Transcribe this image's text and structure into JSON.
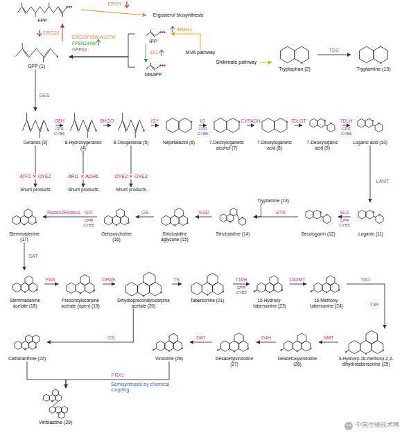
{
  "diagram": {
    "nodes": [
      {
        "text": [
          "FPP"
        ]
      },
      {
        "text": [
          "Ergosterol biosynthesis"
        ]
      },
      {
        "text": [
          "GPP (1)"
        ]
      },
      {
        "text": [
          "IPP"
        ]
      },
      {
        "text": [
          "DMAPP"
        ]
      },
      {
        "text": [
          "MVA pathway"
        ]
      },
      {
        "text": [
          "Shikimate pathway"
        ]
      },
      {
        "text": [
          "Tryptophan (2)"
        ]
      },
      {
        "text": [
          "Tryptamine (13)"
        ]
      },
      {
        "text": []
      },
      {
        "text": [
          "Geraniol (3)"
        ],
        "in": 9
      },
      {
        "text": [
          "8-Hydroxygeraniol (4)"
        ],
        "in": 9
      },
      {
        "text": [
          "8-Oxogeranial (5)"
        ],
        "in": 9
      },
      {
        "text": [
          "Nepetalactol (6)"
        ],
        "in": 9
      },
      {
        "text": [
          "7-Deoxyloganetic alcohol (7)"
        ],
        "in": 9
      },
      {
        "text": [
          "7-Deoxyloganetic acid (8)"
        ],
        "in": 9
      },
      {
        "text": [
          "7-Deoxyloganic acid (9)"
        ],
        "in": 9
      },
      {
        "text": [
          "Loganic acid (10)"
        ],
        "in": 9
      },
      {
        "text": [
          "Shunt products"
        ]
      },
      {
        "text": [
          "Shunt products"
        ]
      },
      {
        "text": [
          "Shunt products"
        ]
      },
      {
        "text": [
          "Loganin (11)"
        ]
      },
      {
        "text": []
      },
      {
        "text": [
          "Tryptamine (13)"
        ],
        "in": 22
      },
      {
        "text": [
          "Secologanin (12)"
        ]
      },
      {
        "text": [
          "Strictosidine (14)"
        ],
        "in": 22
      },
      {
        "text": []
      },
      {
        "text": [
          "Strictosidine aglycone (15)"
        ],
        "in": 26
      },
      {
        "text": [
          "Geissoschizine (16)"
        ],
        "in": 26
      },
      {
        "text": [
          "Stemmadenine (17)"
        ],
        "in": 26
      },
      {
        "text": [
          "Stemmadenine acetate (18)"
        ],
        "in": 26
      },
      {
        "text": [
          "Precondylocarpine acetate (open) (19)"
        ],
        "in": 26
      },
      {
        "text": [
          "Dihydroprecondylocarpine acetate (20)"
        ],
        "in": 26
      },
      {
        "text": [
          "Catharanthine (22)"
        ],
        "in": 26
      },
      {
        "text": []
      },
      {
        "text": [
          "Tabersonine (21)"
        ],
        "in": 34
      },
      {
        "text": []
      },
      {
        "text": [
          "16-Hydroxy-tabersonine (23)"
        ],
        "in": 36
      },
      {
        "text": [
          "16-Methoxy-tabersonine (24)"
        ],
        "in": 36
      },
      {
        "text": [
          "3-Hydroxy-16-methoxy-2,3-dihydrotabersonine (25)"
        ],
        "in": 36
      },
      {
        "text": [
          "Deacetoxyvindoline (26)"
        ],
        "in": 36
      },
      {
        "text": [
          "Desacetylvindoline (27)"
        ],
        "in": 36
      },
      {
        "text": [
          "Vindoline (28)"
        ],
        "in": 36
      },
      {
        "text": [
          "Vinblastine (29)"
        ]
      }
    ],
    "edges": [
      {
        "from": 0,
        "to": 1,
        "label": "ERG9",
        "arrow": "to"
      },
      {
        "from": 2,
        "to": 0,
        "label": "ERG20",
        "arrow": "to"
      },
      {
        "from": 3,
        "to": 2,
        "arrow": "to"
      },
      {
        "from": 4,
        "to": 2,
        "arrow": "to"
      },
      {
        "from": 5,
        "to": 3,
        "label": "tHMG1",
        "arrow": "to"
      },
      {
        "from": 3,
        "to": 4,
        "label": "IDI1",
        "arrow": "to"
      },
      {
        "from": 6,
        "to": 7,
        "arrow": "to"
      },
      {
        "from": 7,
        "to": 8,
        "label": "TDC",
        "arrow": "to"
      },
      {
        "from": 2,
        "to": 10,
        "label": "GES",
        "arrow": "to"
      },
      {
        "from": 10,
        "to": 11,
        "label": "G8H",
        "arrow": "to"
      },
      {
        "from": 11,
        "to": 12,
        "label": "8HGO",
        "arrow": "to"
      },
      {
        "from": 12,
        "to": 13,
        "label": "ISY",
        "arrow": "to"
      },
      {
        "from": 13,
        "to": 14,
        "label": "IO",
        "arrow": "to"
      },
      {
        "from": 14,
        "to": 15,
        "label": "CYPADH",
        "arrow": "to"
      },
      {
        "from": 15,
        "to": 16,
        "label": "7DLGT",
        "arrow": "to"
      },
      {
        "from": 16,
        "to": 17,
        "label": "7DLH",
        "arrow": "to"
      },
      {
        "from": 17,
        "to": 21,
        "label": "LAMT",
        "arrow": "to"
      },
      {
        "from": 21,
        "to": 24,
        "label": "SLS",
        "arrow": "to"
      },
      {
        "from": 10,
        "to": 18,
        "label": "ATF1 ✕ OYE2",
        "arrow": "to"
      },
      {
        "from": 11,
        "to": 19,
        "label": "ARI1 ✕ ADH6",
        "arrow": "to"
      },
      {
        "from": 12,
        "to": 20,
        "label": "OYE2 ✕ OYE3",
        "arrow": "to"
      },
      {
        "from": 24,
        "to": 25,
        "label": "STR",
        "arrow": "to"
      },
      {
        "from": 23,
        "to": 25,
        "arrow": "to"
      },
      {
        "from": 25,
        "to": 27,
        "label": "SGD",
        "arrow": "to"
      },
      {
        "from": 27,
        "to": 28,
        "label": "GS",
        "arrow": "to"
      },
      {
        "from": 28,
        "to": 29,
        "label": "GO",
        "arrow": "to"
      },
      {
        "from": 29,
        "to": 30,
        "label": "SAT",
        "arrow": "to"
      },
      {
        "from": 30,
        "to": 31,
        "label": "PAS",
        "arrow": "to"
      },
      {
        "from": 31,
        "to": 32,
        "label": "DPAS",
        "arrow": "to"
      },
      {
        "from": 32,
        "to": 35,
        "label": "TS",
        "arrow": "to"
      },
      {
        "from": 32,
        "to": 33,
        "label": "CS",
        "arrow": "to"
      },
      {
        "from": 35,
        "to": 37,
        "label": "T16H",
        "arrow": "to"
      },
      {
        "from": 37,
        "to": 38,
        "label": "16OMT",
        "arrow": "to"
      },
      {
        "from": 38,
        "to": 39,
        "label": "T3O",
        "arrow": "to"
      },
      {
        "from": 39,
        "to": 40,
        "label": "NMT",
        "arrow": "to"
      },
      {
        "from": 40,
        "to": 41,
        "label": "D4H",
        "arrow": "to"
      },
      {
        "from": 41,
        "to": 42,
        "label": "DAT",
        "arrow": "to"
      },
      {
        "from": 33,
        "to": 43,
        "label": "PRX1",
        "arrow": "to"
      },
      {
        "from": 42,
        "to": 43,
        "arrow": "to"
      }
    ],
    "labels": [
      "ERG20F96W-N127W",
      "FPSN144W",
      "GPPS2",
      "CPR",
      "CYB5",
      "CPR",
      "CYB5",
      "CPR",
      "CYB5",
      "CPR",
      "CYB5",
      "Redox2",
      "Redox1",
      "CPR",
      "CYB5",
      "CPR",
      "CYB5",
      "T3R",
      "Semisynthesis by chemical coupling",
      "中国生物技术网"
    ]
  }
}
